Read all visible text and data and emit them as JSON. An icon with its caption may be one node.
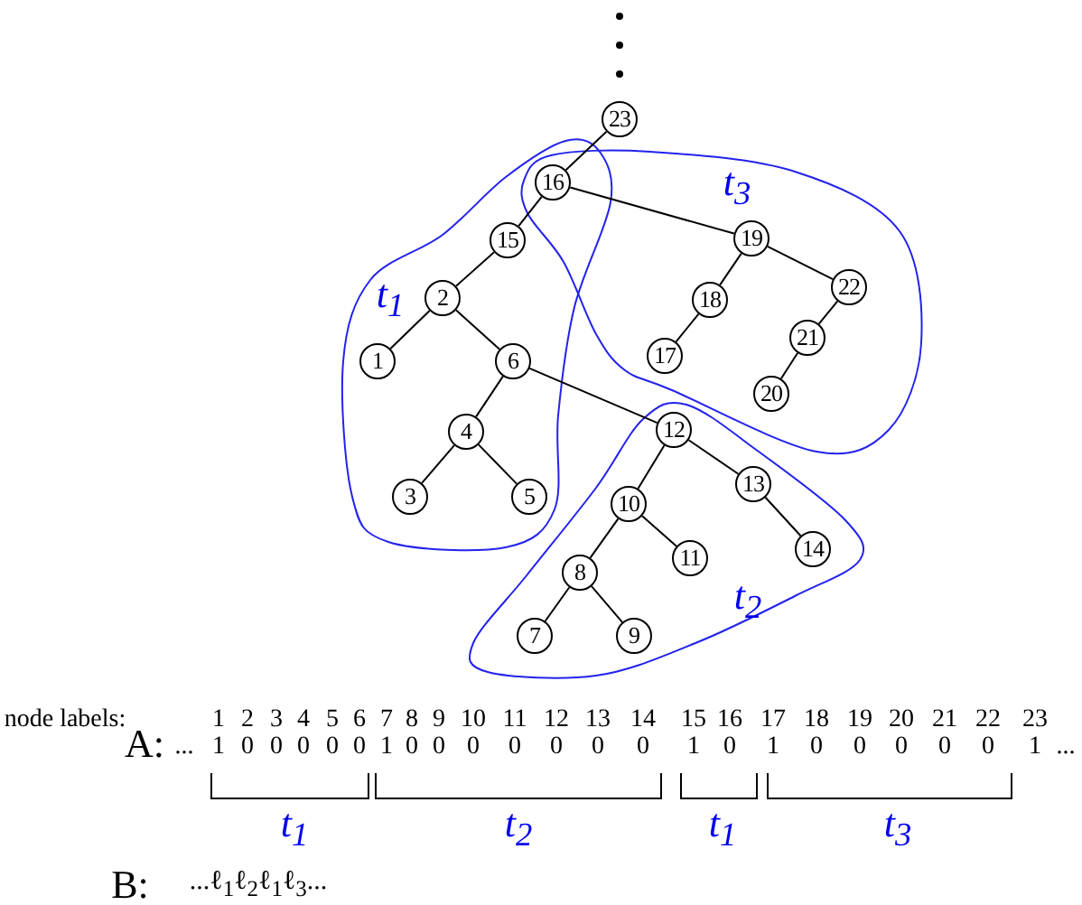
{
  "diagram": {
    "nodes": [
      {
        "text": [
          "23"
        ]
      },
      {
        "text": [
          "16"
        ]
      },
      {
        "text": [
          "19"
        ]
      },
      {
        "text": [
          "15"
        ]
      },
      {
        "text": [
          "22"
        ]
      },
      {
        "text": [
          "2"
        ]
      },
      {
        "text": [
          "18"
        ]
      },
      {
        "text": [
          "21"
        ]
      },
      {
        "text": [
          "17"
        ]
      },
      {
        "text": [
          "1"
        ]
      },
      {
        "text": [
          "6"
        ]
      },
      {
        "text": [
          "20"
        ]
      },
      {
        "text": [
          "12"
        ]
      },
      {
        "text": [
          "4"
        ]
      },
      {
        "text": [
          "13"
        ]
      },
      {
        "text": [
          "3"
        ]
      },
      {
        "text": [
          "5"
        ]
      },
      {
        "text": [
          "10"
        ]
      },
      {
        "text": [
          "14"
        ]
      },
      {
        "text": [
          "11"
        ]
      },
      {
        "text": [
          "8"
        ]
      },
      {
        "text": [
          "7"
        ]
      },
      {
        "text": [
          "9"
        ]
      }
    ],
    "edges": [
      {
        "from": 0,
        "to": 1,
        "arrow": "none"
      },
      {
        "from": 1,
        "to": 3,
        "arrow": "none"
      },
      {
        "from": 1,
        "to": 2,
        "arrow": "none"
      },
      {
        "from": 3,
        "to": 5,
        "arrow": "none"
      },
      {
        "from": 2,
        "to": 6,
        "arrow": "none"
      },
      {
        "from": 2,
        "to": 4,
        "arrow": "none"
      },
      {
        "from": 5,
        "to": 9,
        "arrow": "none"
      },
      {
        "from": 5,
        "to": 10,
        "arrow": "none"
      },
      {
        "from": 6,
        "to": 8,
        "arrow": "none"
      },
      {
        "from": 4,
        "to": 7,
        "arrow": "none"
      },
      {
        "from": 7,
        "to": 11,
        "arrow": "none"
      },
      {
        "from": 10,
        "to": 13,
        "arrow": "none"
      },
      {
        "from": 10,
        "to": 12,
        "arrow": "none"
      },
      {
        "from": 13,
        "to": 15,
        "arrow": "none"
      },
      {
        "from": 13,
        "to": 16,
        "arrow": "none"
      },
      {
        "from": 12,
        "to": 17,
        "arrow": "none"
      },
      {
        "from": 12,
        "to": 14,
        "arrow": "none"
      },
      {
        "from": 14,
        "to": 18,
        "arrow": "none"
      },
      {
        "from": 17,
        "to": 19,
        "arrow": "none"
      },
      {
        "from": 17,
        "to": 20,
        "arrow": "none"
      },
      {
        "from": 20,
        "to": 21,
        "arrow": "none"
      },
      {
        "from": 20,
        "to": 22,
        "arrow": "none"
      }
    ],
    "labels": [
      "t$_{3}$",
      "t$_{1}$",
      "t$_{2}$",
      "node labels:",
      "1",
      "2",
      "3",
      "4",
      "5",
      "6",
      "7",
      "8",
      "9",
      "10",
      "11",
      "12",
      "13",
      "14",
      "15",
      "16",
      "17",
      "18",
      "19",
      "20",
      "21",
      "22",
      "23",
      "A:",
      "...",
      "1",
      "0",
      "0",
      "0",
      "0",
      "0",
      "1",
      "0",
      "0",
      "0",
      "0",
      "0",
      "0",
      "0",
      "1",
      "0",
      "1",
      "0",
      "0",
      "0",
      "0",
      "0",
      "1",
      "...",
      "t$_{1}$",
      "t$_{2}$",
      "t$_{1}$",
      "t$_{3}$",
      "B:",
      "...ℓ$_{1}$ℓ$_{2}$ℓ$_{1}$ℓ$_{3}$..."
    ]
  }
}
